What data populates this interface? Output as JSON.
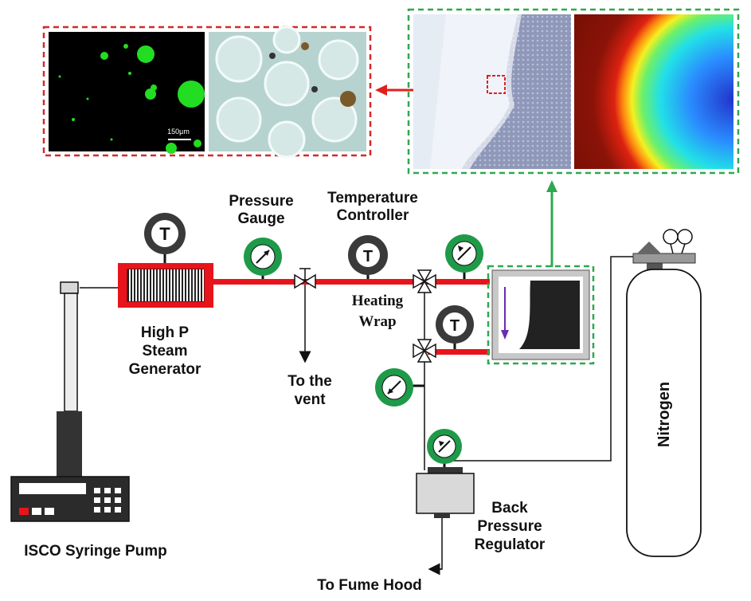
{
  "labels": {
    "pressure_gauge": [
      "Pressure",
      "Gauge"
    ],
    "temperature_controller": [
      "Temperature",
      "Controller"
    ],
    "heating_wrap": [
      "Heating",
      "Wrap"
    ],
    "steam_generator": [
      "High P",
      "Steam",
      "Generator"
    ],
    "vent": [
      "To the",
      "vent"
    ],
    "syringe_pump": "ISCO Syringe Pump",
    "back_pressure_regulator": [
      "Back",
      "Pressure",
      "Regulator"
    ],
    "fume_hood": "To Fume Hood",
    "nitrogen": "Nitrogen",
    "scale_bar": "150µm"
  },
  "icons": {
    "thermometer_letter": "T"
  },
  "colors": {
    "heating_line": "#e8141b",
    "gauge_ring": "#1e9a49",
    "inset_red_border": "#d42a2a",
    "inset_green_border": "#2fa84f",
    "arrow_green": "#2fa84f",
    "arrow_red": "#e0201c",
    "fluorescence_green": "#22dd22",
    "flow_arrow": "#6a2bb0"
  }
}
